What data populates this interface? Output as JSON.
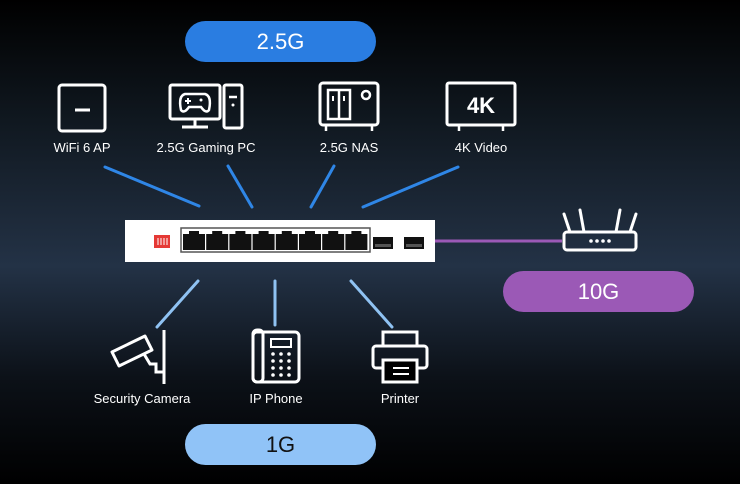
{
  "speed_badges": {
    "top": {
      "label": "2.5G",
      "color": "#2a7de1"
    },
    "right": {
      "label": "10G",
      "color": "#9b59b6"
    },
    "bottom": {
      "label": "1G",
      "color": "#90c3f7"
    }
  },
  "devices_2_5g": [
    {
      "label": "WiFi 6 AP",
      "icon": "wifi-ap-icon"
    },
    {
      "label": "2.5G Gaming PC",
      "icon": "gaming-pc-icon"
    },
    {
      "label": "2.5G NAS",
      "icon": "nas-icon"
    },
    {
      "label": "4K Video",
      "icon": "4k-tv-icon",
      "icon_text": "4K"
    }
  ],
  "devices_1g": [
    {
      "label": "Security Camera",
      "icon": "security-camera-icon"
    },
    {
      "label": "IP Phone",
      "icon": "ip-phone-icon"
    },
    {
      "label": "Printer",
      "icon": "printer-icon"
    }
  ],
  "uplink_device": {
    "icon": "router-icon"
  },
  "switch": {
    "rj45_ports": 8,
    "sfp_ports": 2,
    "indicator_color": "#e53935"
  },
  "link_colors": {
    "2_5g": "#2f86e6",
    "1g": "#8fc2f2",
    "10g": "#9b59b6"
  }
}
